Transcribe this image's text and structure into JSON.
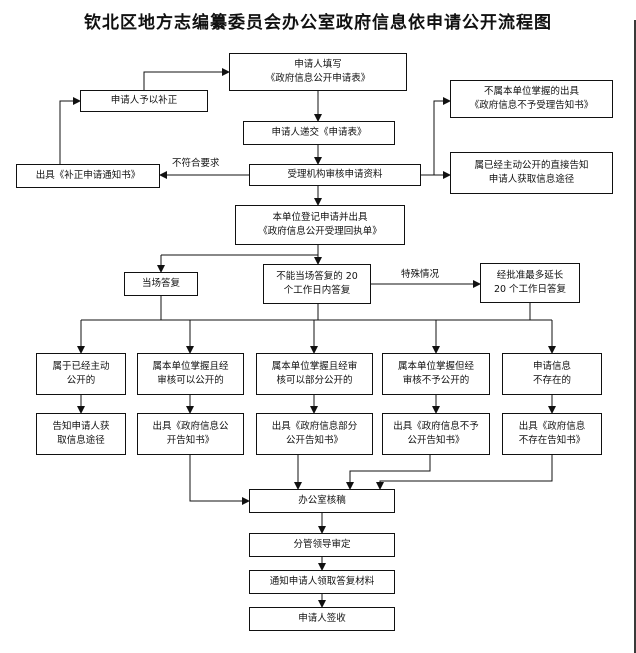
{
  "title": "钦北区地方志编纂委员会办公室政府信息依申请公开流程图",
  "nodes": {
    "fill_form": [
      "申请人填写",
      "《政府信息公开申请表》"
    ],
    "correct": [
      "申请人予以补正"
    ],
    "not_held_notice": [
      "不属本单位掌握的出具",
      "《政府信息不予受理告知书》"
    ],
    "submit": [
      "申请人递交《申请表》"
    ],
    "issue_correction": [
      "出具《补正申请通知书》"
    ],
    "review": [
      "受理机构审核申请资料"
    ],
    "already_public_notice": [
      "属已经主动公开的直接告知",
      "申请人获取信息途径"
    ],
    "register": [
      "本单位登记申请并出具",
      "《政府信息公开受理回执单》"
    ],
    "immediate": [
      "当场答复"
    ],
    "within20": [
      "不能当场答复的 20",
      "个工作日内答复"
    ],
    "extend": [
      "经批准最多延长",
      "20 个工作日答复"
    ],
    "cat_public": [
      "属于已经主动",
      "公开的"
    ],
    "cat_can_public": [
      "属本单位掌握且经",
      "审核可以公开的"
    ],
    "cat_partial": [
      "属本单位掌握且经审",
      "核可以部分公开的"
    ],
    "cat_not_public": [
      "属本单位掌握但经",
      "审核不予公开的"
    ],
    "cat_not_exist": [
      "申请信息",
      "不存在的"
    ],
    "out_inform": [
      "告知申请人获",
      "取信息途径"
    ],
    "out_public": [
      "出具《政府信息公",
      "开告知书》"
    ],
    "out_partial": [
      "出具《政府信息部分",
      "公开告知书》"
    ],
    "out_not_public": [
      "出具《政府信息不予",
      "公开告知书》"
    ],
    "out_not_exist": [
      "出具《政府信息",
      "不存在告知书》"
    ],
    "office_review": [
      "办公室核稿"
    ],
    "leader_review": [
      "分管领导审定"
    ],
    "notify": [
      "通知申请人领取答复材料"
    ],
    "sign": [
      "申请人签收"
    ]
  },
  "edge_labels": {
    "noncompliant": "不符合要求",
    "special": "特殊情况"
  },
  "colors": {
    "line": "#111111",
    "box_border": "#111111"
  }
}
